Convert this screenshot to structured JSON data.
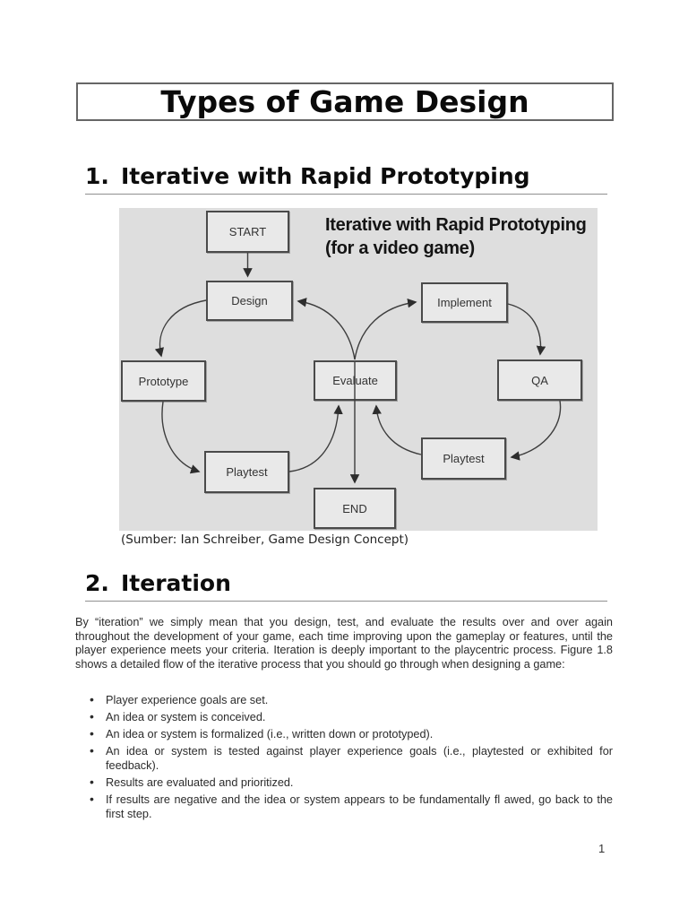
{
  "document": {
    "title": "Types of Game Design",
    "page_number": "1"
  },
  "sections": [
    {
      "number": "1.",
      "title": "Iterative with Rapid Prototyping"
    },
    {
      "number": "2.",
      "title": "Iteration"
    }
  ],
  "figure": {
    "title_line1": "Iterative with Rapid Prototyping",
    "title_line2": "(for a video game)",
    "caption": "(Sumber: Ian Schreiber, Game Design Concept)",
    "colors": {
      "background": "#dedede",
      "node_fill": "#e9e9e9",
      "node_border": "#4a4a4a",
      "arrow": "#3d3d3d"
    },
    "nodes": [
      {
        "id": "start",
        "label": "START"
      },
      {
        "id": "design",
        "label": "Design"
      },
      {
        "id": "implement",
        "label": "Implement"
      },
      {
        "id": "prototype",
        "label": "Prototype"
      },
      {
        "id": "evaluate",
        "label": "Evaluate"
      },
      {
        "id": "qa",
        "label": "QA"
      },
      {
        "id": "playtest_left",
        "label": "Playtest"
      },
      {
        "id": "playtest_right",
        "label": "Playtest"
      },
      {
        "id": "end",
        "label": "END"
      }
    ],
    "edges": [
      "START to Design",
      "Design to Prototype",
      "Prototype to Playtest",
      "Playtest to Evaluate",
      "Evaluate to Design",
      "Evaluate to Implement",
      "Implement to QA",
      "QA to Playtest",
      "Playtest to Evaluate",
      "Evaluate to END"
    ]
  },
  "iteration": {
    "paragraph": "By “iteration” we simply mean that you design, test, and evaluate the results over and over again throughout the development of your game, each time improving upon the gameplay or features, until the player experience meets your criteria. Iteration is deeply important to the playcentric process. Figure 1.8 shows a detailed flow of the iterative process that you should go through when designing a game:",
    "bullets": [
      "Player experience goals are set.",
      "An idea or system is conceived.",
      "An idea or system is formalized (i.e., written down or prototyped).",
      "An idea or system is tested against player experience goals (i.e., playtested or exhibited for feedback).",
      "Results are evaluated and prioritized.",
      "If results are negative and the idea or system appears to be fundamentally fl awed, go back to the first step."
    ]
  }
}
